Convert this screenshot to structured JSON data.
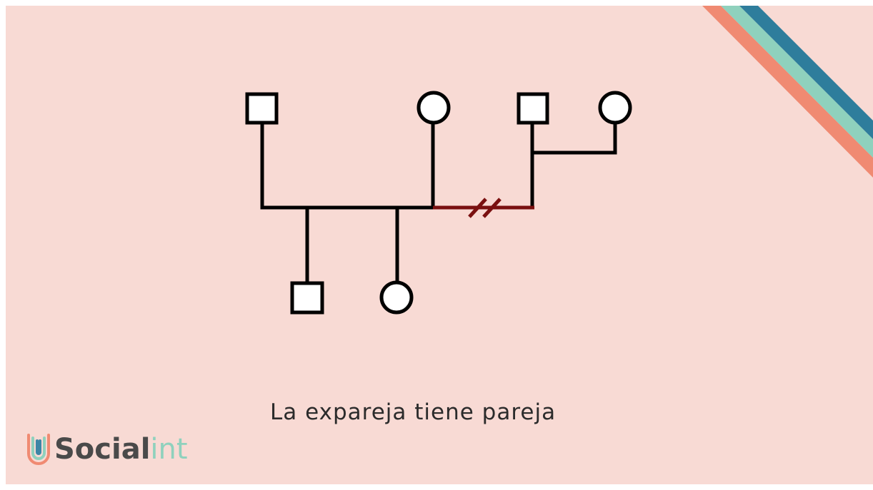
{
  "slide": {
    "caption": "La expareja tiene pareja",
    "background_color": "#f8dad4"
  },
  "logo": {
    "name_main": "Social",
    "name_accent": "int",
    "icon": "tri-color-u-icon",
    "colors": [
      "#3d86a6",
      "#8fd1bd",
      "#f08a72"
    ]
  },
  "decoration": {
    "stripe_colors": [
      "#f08a72",
      "#8fd1bd",
      "#2e7d9c"
    ]
  },
  "genogram": {
    "line_color": "#000000",
    "separation_color": "#7a1010",
    "people": [
      {
        "id": "father",
        "sex": "male"
      },
      {
        "id": "mother",
        "sex": "female"
      },
      {
        "id": "new-partner-male",
        "sex": "male"
      },
      {
        "id": "new-partner-female",
        "sex": "female"
      },
      {
        "id": "son",
        "sex": "male"
      },
      {
        "id": "daughter",
        "sex": "female"
      }
    ],
    "relationships": [
      {
        "type": "union",
        "between": [
          "father",
          "mother"
        ],
        "children": [
          "son",
          "daughter"
        ]
      },
      {
        "type": "separation",
        "between": [
          "mother",
          "new-partner-male"
        ]
      },
      {
        "type": "union",
        "between": [
          "new-partner-male",
          "new-partner-female"
        ]
      }
    ]
  }
}
